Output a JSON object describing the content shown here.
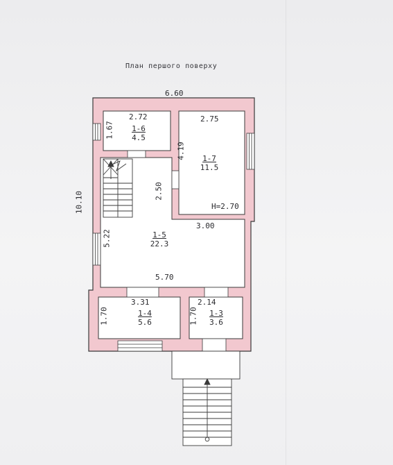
{
  "title": "План першого поверху",
  "dimensions": {
    "total_width": "6.60",
    "total_height": "10.10",
    "r16_width": "2.72",
    "r16_height": "1.67",
    "r17_width": "2.75",
    "r17_height": "4.19",
    "r17_ceiling": "H=2.70",
    "corridor": "2.50",
    "r15_width_top": "3.00",
    "r15_height": "5.22",
    "r15_width_bottom": "5.70",
    "r14_width": "3.31",
    "r14_height": "1.70",
    "r13_width": "2.14",
    "r13_height": "1.70"
  },
  "rooms": [
    {
      "id": "1-6",
      "area": "4.5"
    },
    {
      "id": "1-7",
      "area": "11.5"
    },
    {
      "id": "1-5",
      "area": "22.3"
    },
    {
      "id": "1-4",
      "area": "5.6"
    },
    {
      "id": "1-3",
      "area": "3.6"
    }
  ],
  "colors": {
    "wall_fill": "#f2c8cf",
    "wall_stroke": "#3a3a3a",
    "room_fill": "#ffffff"
  }
}
